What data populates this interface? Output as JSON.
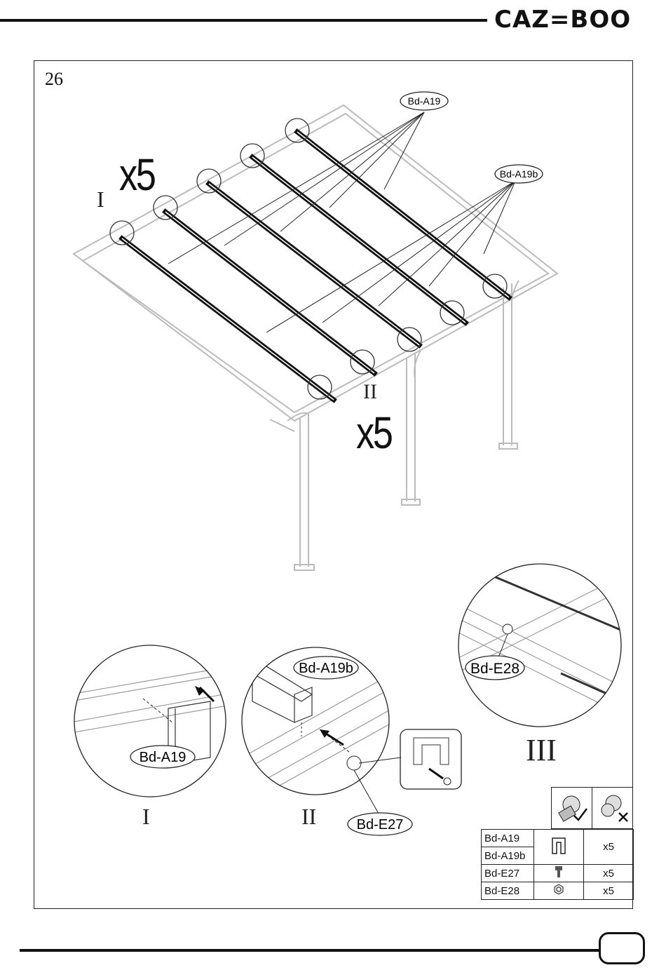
{
  "brand": {
    "logo": "CAZ=BOO"
  },
  "step": {
    "number": "26"
  },
  "main_view": {
    "qty_left": "x5",
    "qty_right": "x5",
    "roman_left": "I",
    "roman_right": "II",
    "callout_a": "Bd-A19",
    "callout_b": "Bd-A19b"
  },
  "detail_views": {
    "d1": {
      "label": "Bd-A19",
      "roman": "I"
    },
    "d2": {
      "label_top": "Bd-A19b",
      "label_bottom": "Bd-E27",
      "roman": "II"
    },
    "d3": {
      "label": "Bd-E28",
      "roman": "III"
    }
  },
  "hardware_check": {
    "ok_icon": "bolt-with-check-icon",
    "no_icon": "bolt-with-cross-icon"
  },
  "parts_table": {
    "rows": [
      {
        "code": "Bd-A19",
        "code2": "Bd-A19b",
        "icon": "beam-profile-icon",
        "qty": "x5"
      },
      {
        "code": "Bd-E27",
        "icon": "bolt-icon",
        "qty": "x5"
      },
      {
        "code": "Bd-E28",
        "icon": "nut-icon",
        "qty": "x5"
      }
    ]
  }
}
